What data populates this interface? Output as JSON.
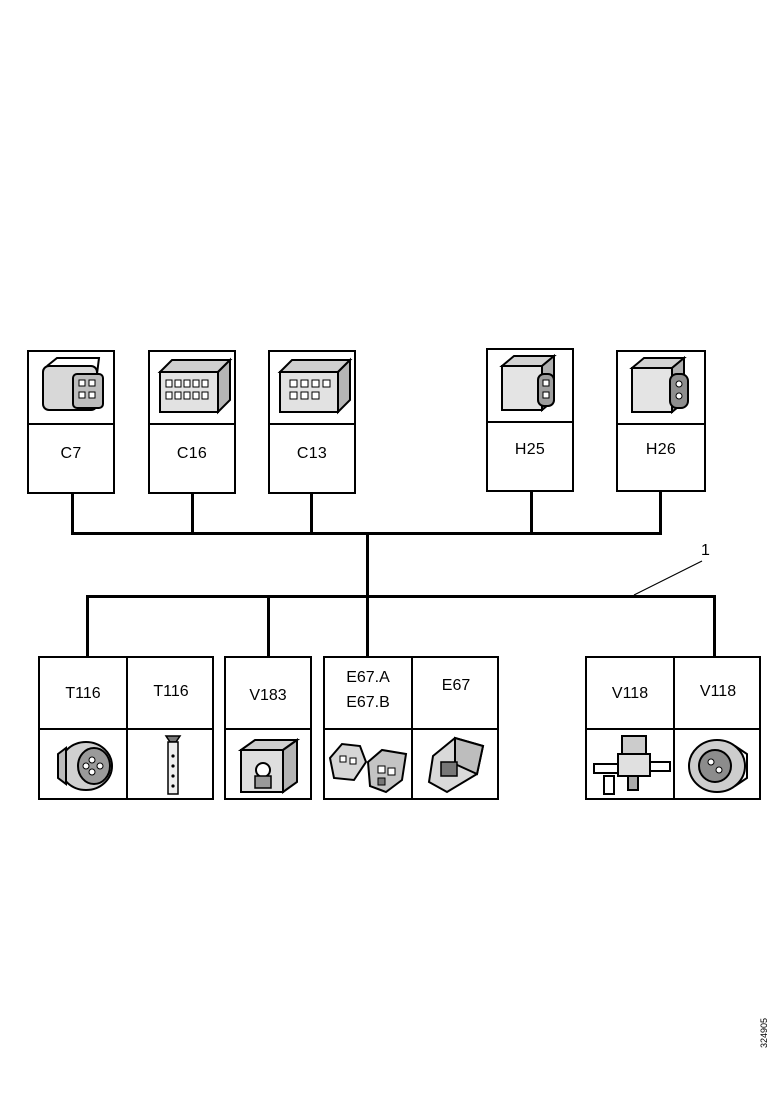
{
  "upper_connectors": [
    {
      "label": "C7",
      "icon": "connector-c7-icon"
    },
    {
      "label": "C16",
      "icon": "connector-c16-icon"
    },
    {
      "label": "C13",
      "icon": "connector-c13-icon"
    },
    {
      "label": "H25",
      "icon": "connector-h25-icon"
    },
    {
      "label": "H26",
      "icon": "connector-h26-icon"
    }
  ],
  "lower_components": [
    {
      "label": "T116",
      "icon": "round-connector-icon"
    },
    {
      "label": "T116",
      "icon": "terminal-pin-icon"
    },
    {
      "label": "V183",
      "icon": "valve-connector-icon"
    },
    {
      "label_line1": "E67.A",
      "label_line2": "E67.B",
      "icon": "pair-connector-icon"
    },
    {
      "label": "E67",
      "icon": "block-connector-icon"
    },
    {
      "label": "V118",
      "icon": "solenoid-valve-icon"
    },
    {
      "label": "V118",
      "icon": "round-valve-connector-icon"
    }
  ],
  "callout_number": "1",
  "reference_code": "324905"
}
